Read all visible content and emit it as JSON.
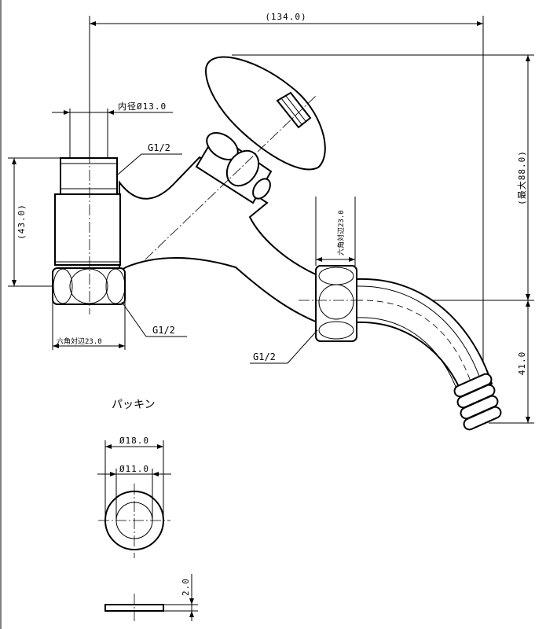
{
  "dimensions": {
    "overall_width": "(134.0)",
    "inner_diameter": "内径Ø13.0",
    "height_inlet": "(43.0)",
    "height_max": "(最大88.0)",
    "hex_flats_outlet": "六角対辺23.0",
    "hex_flats_inlet": "六角対辺23.0",
    "spout_drop": "41.0"
  },
  "threads": {
    "top_inlet": "G1/2",
    "bottom_inlet": "G1/2",
    "outlet": "G1/2"
  },
  "packing": {
    "title": "パッキン",
    "outer_diameter": "Ø18.0",
    "inner_diameter": "Ø11.0",
    "thickness": "2.0"
  }
}
